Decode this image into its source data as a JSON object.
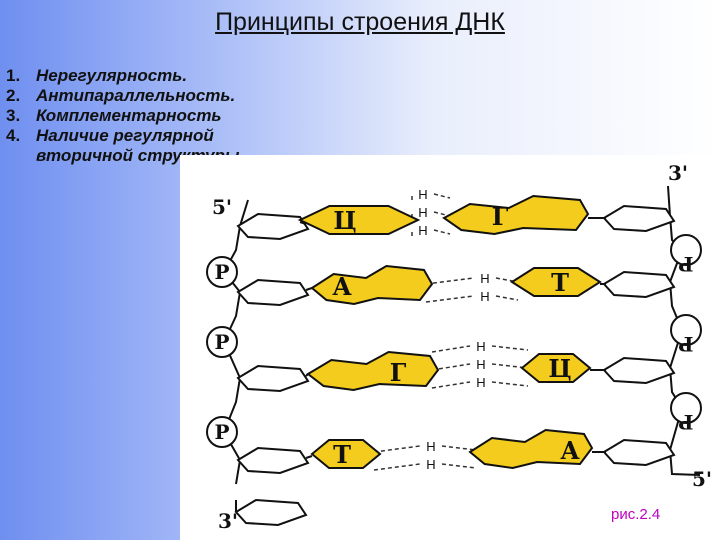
{
  "title": "Принципы строения ДНК",
  "principles": [
    {
      "num": "1.",
      "text": "Нерегулярность."
    },
    {
      "num": "2.",
      "text": "Антипараллельность."
    },
    {
      "num": "3.",
      "text": "Комплементарность"
    },
    {
      "num": "4.",
      "text": "Наличие регулярной вторичной структуры"
    }
  ],
  "diagram": {
    "end_labels": {
      "left_top": "5'",
      "left_bottom": "3'",
      "right_top": "3'",
      "right_bottom": "5'"
    },
    "phosphate_label": "P",
    "hydrogen_label": "H",
    "pairs": [
      {
        "left_base": "Ц",
        "right_base": "Г",
        "hydrogen_bonds": 3
      },
      {
        "left_base": "А",
        "right_base": "Т",
        "hydrogen_bonds": 2
      },
      {
        "left_base": "Г",
        "right_base": "Ц",
        "hydrogen_bonds": 3
      },
      {
        "left_base": "Т",
        "right_base": "А",
        "hydrogen_bonds": 2
      }
    ],
    "colors": {
      "base_fill": "#f4cc1d",
      "outline": "#111111",
      "dashes": "#333333"
    }
  },
  "caption": "рис.2.4"
}
